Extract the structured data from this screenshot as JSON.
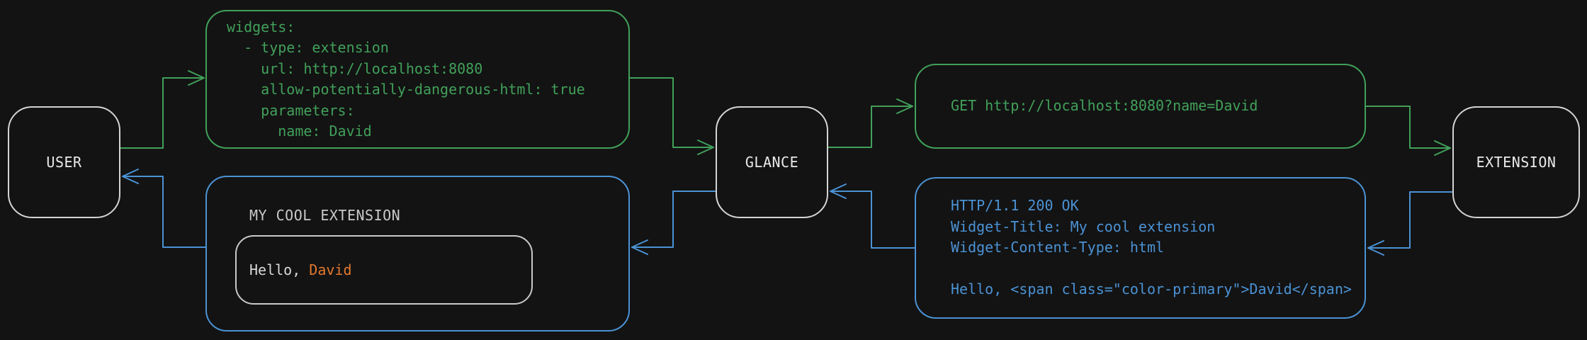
{
  "colors": {
    "bg": "#131313",
    "green": "#41a05a",
    "blue": "#4b92d4",
    "orange": "#e2782f",
    "node-border": "#d4d4d4",
    "node-text": "#eaeaea",
    "title-text": "#c9c9c9",
    "inner-border": "#c9c9c9",
    "hello-text": "#d8d8d8"
  },
  "nodes": {
    "user": {
      "label": "USER"
    },
    "glance": {
      "label": "GLANCE"
    },
    "extension": {
      "label": "EXTENSION"
    }
  },
  "boxes": {
    "config": {
      "code": "widgets:\n  - type: extension\n    url: http://localhost:8080\n    allow-potentially-dangerous-html: true\n    parameters:\n      name: David"
    },
    "request": {
      "code": "GET http://localhost:8080?name=David"
    },
    "response": {
      "code": "HTTP/1.1 200 OK\nWidget-Title: My cool extension\nWidget-Content-Type: html\n\nHello, <span class=\"color-primary\">David</span>"
    },
    "widget": {
      "title": "MY COOL EXTENSION",
      "greeting_prefix": "Hello, ",
      "greeting_name": "David"
    }
  }
}
